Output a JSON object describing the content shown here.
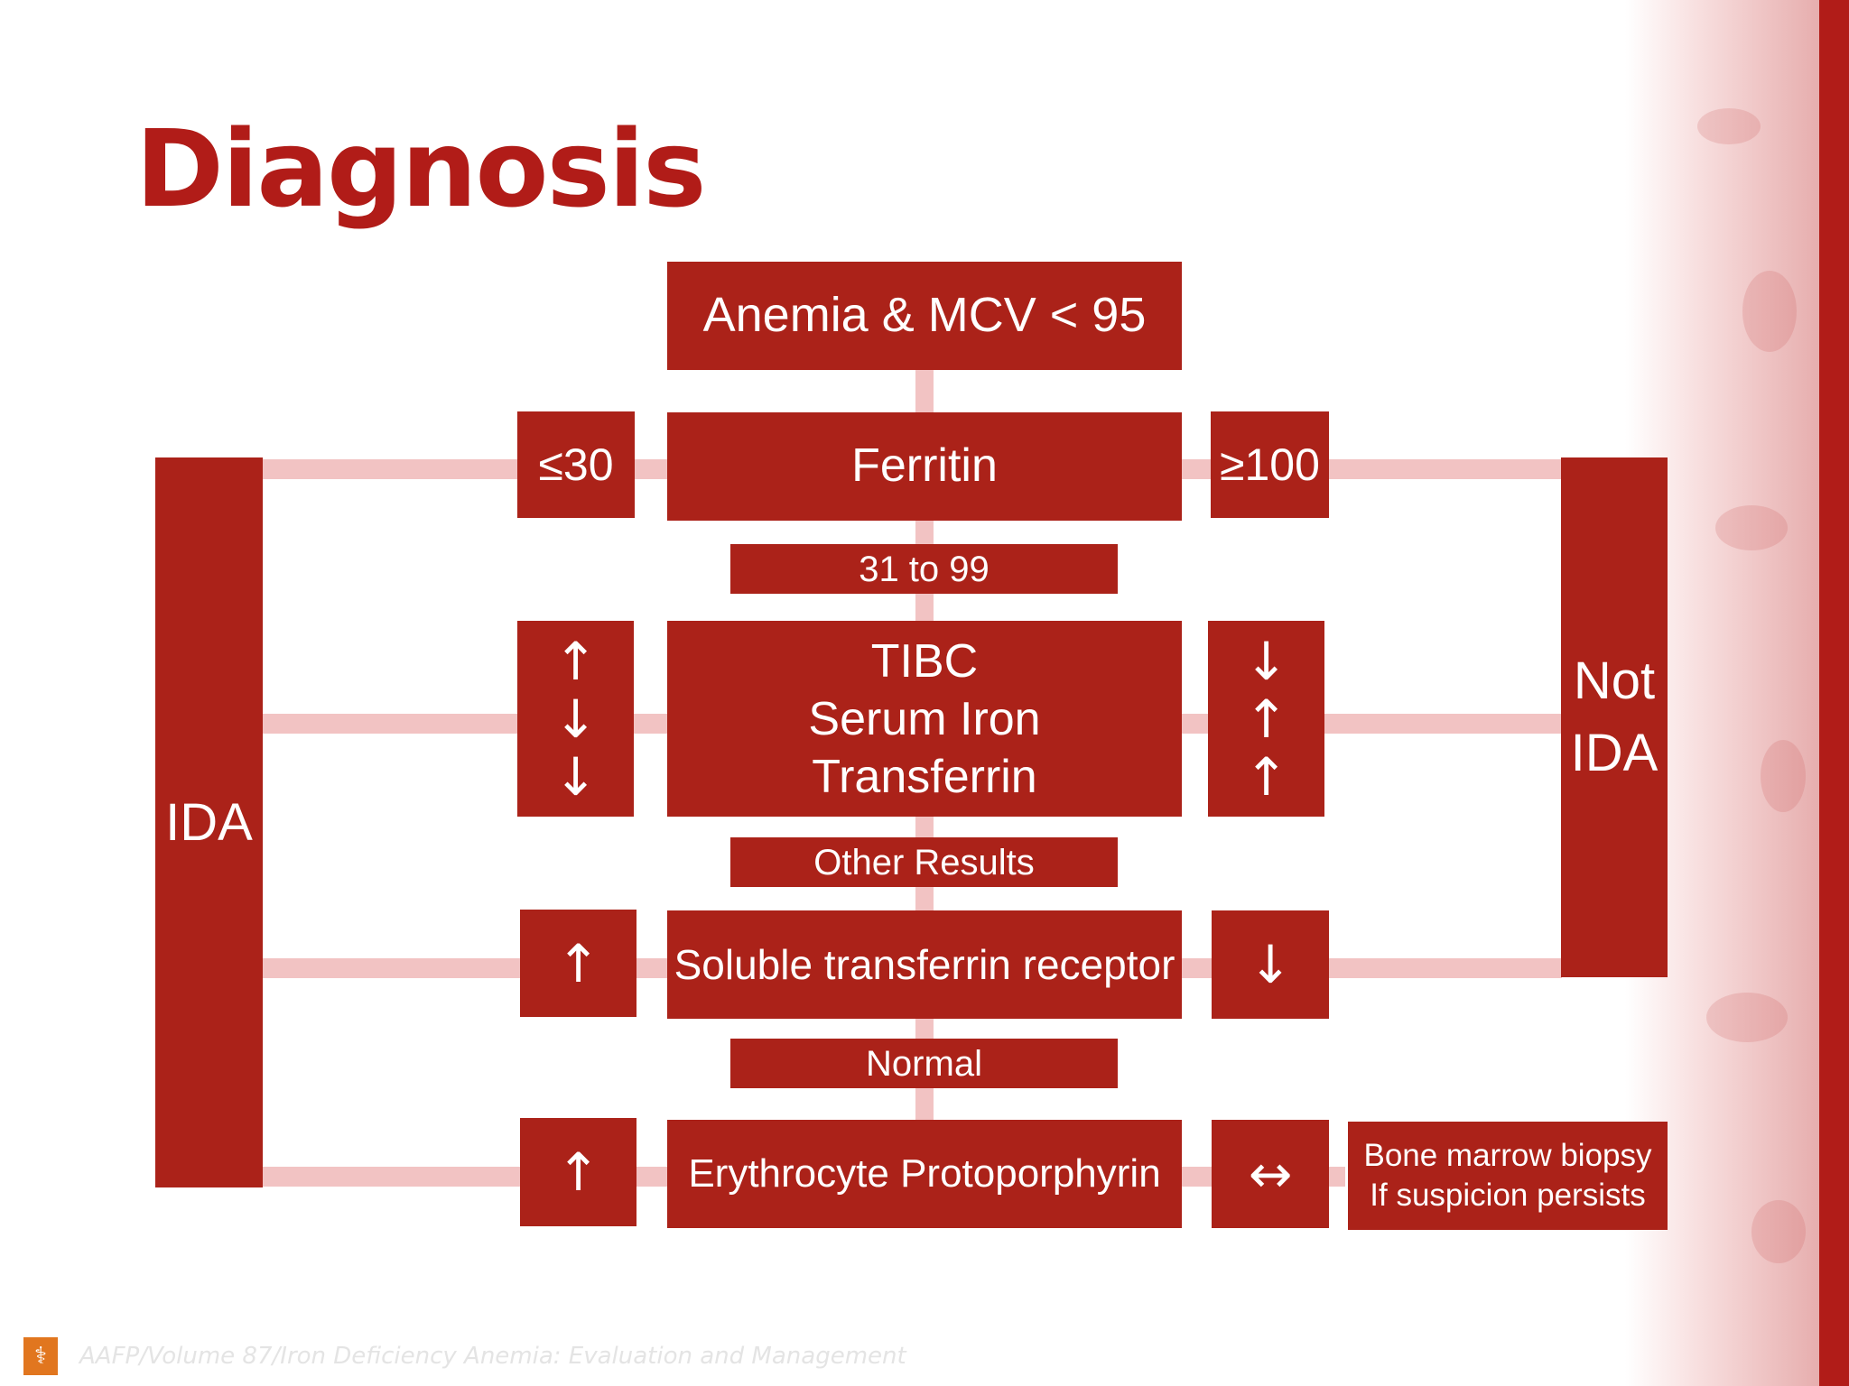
{
  "slide": {
    "title": "Diagnosis",
    "footer": "AAFP/Volume 87/Iron Deficiency Anemia: Evaluation and Management",
    "accent_color": "#ab2219",
    "connector_color": "#f2c3c3"
  },
  "flowchart": {
    "start": "Anemia & MCV < 95",
    "ferritin": {
      "label": "Ferritin",
      "low": "≤30",
      "high": "≥100",
      "middle": "31 to 99"
    },
    "iron_panel": {
      "lines": [
        "TIBC",
        "Serum Iron",
        "Transferrin"
      ],
      "ida_arrows": [
        "↑",
        "↓",
        "↓"
      ],
      "not_ida_arrows": [
        "↓",
        "↑",
        "↑"
      ]
    },
    "other_results_label": "Other Results",
    "stfr": {
      "label": "Soluble transferrin receptor",
      "ida_arrow": "↑",
      "not_ida_arrow": "↓"
    },
    "normal_label": "Normal",
    "protoporphyrin": {
      "label": "Erythrocyte Protoporphyrin",
      "ida_arrow": "↑",
      "equivocal_arrow": "↔"
    },
    "biopsy": [
      "Bone marrow biopsy",
      "If suspicion persists"
    ],
    "ida_label": "IDA",
    "not_ida_label": [
      "Not",
      "IDA"
    ]
  }
}
